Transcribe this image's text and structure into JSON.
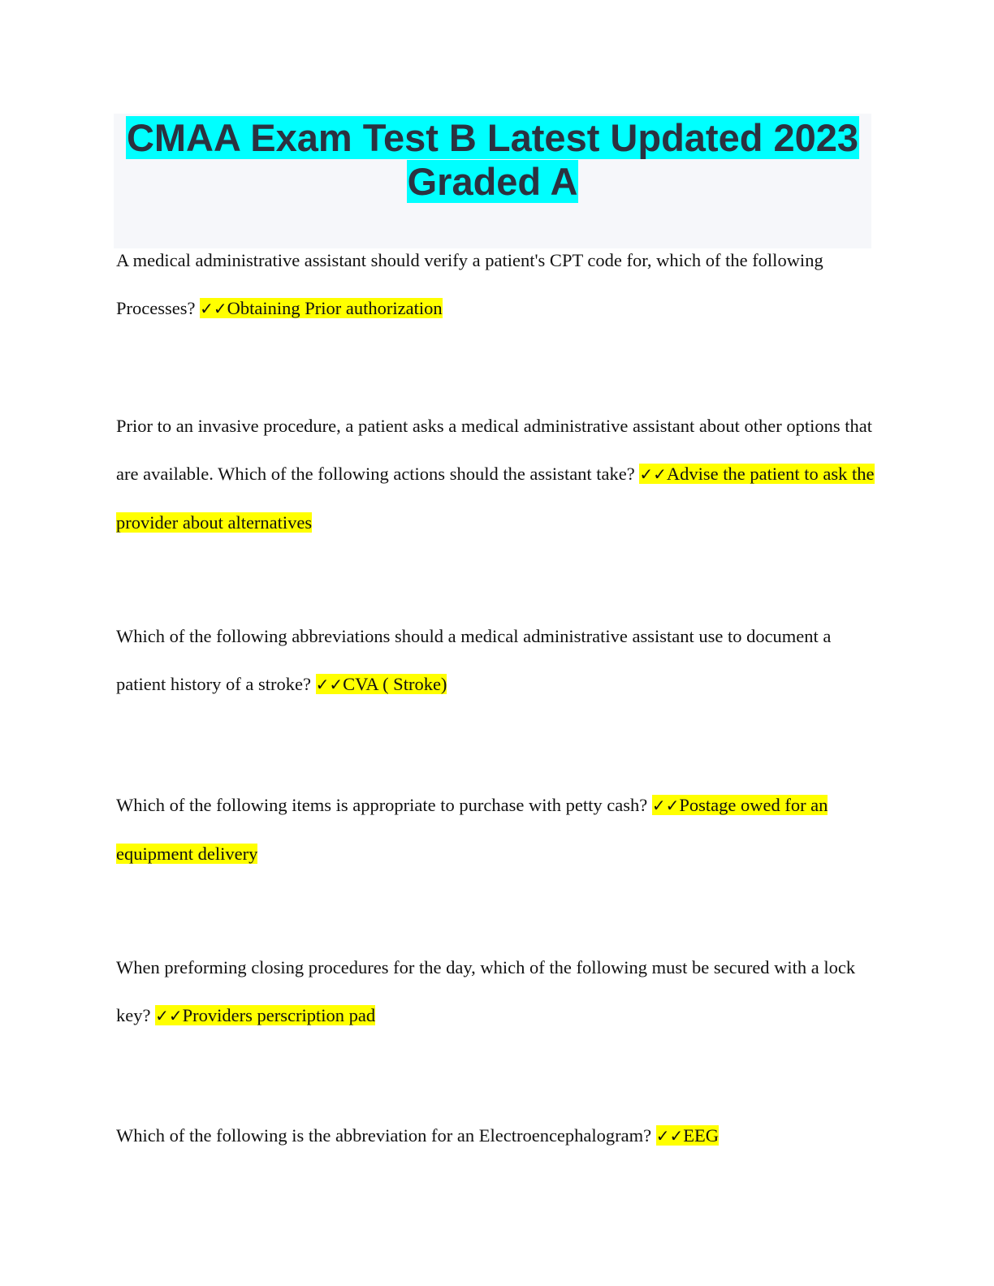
{
  "document": {
    "title_line1": "CMAA Exam Test B Latest Updated 2023",
    "title_line2": "Graded A",
    "check_mark": "✓✓",
    "questions": [
      {
        "question": "A medical administrative assistant should verify a patient's CPT code for, which of the following Processes?",
        "answer": "Obtaining Prior authorization"
      },
      {
        "question": "Prior to an invasive procedure, a patient asks a medical administrative assistant about other options that are available. Which of the following actions should the assistant take?",
        "answer": "Advise the patient to ask the provider about alternatives"
      },
      {
        "question": "Which of the following abbreviations should a medical administrative assistant use to document a patient history of a stroke?",
        "answer": "CVA ( Stroke)"
      },
      {
        "question": "Which of the following items is appropriate to purchase with petty cash?",
        "answer": "Postage owed for an equipment delivery"
      },
      {
        "question": "When preforming closing procedures for the day, which of the following must be secured with a lock key?",
        "answer": "Providers perscription pad"
      },
      {
        "question": "Which of the following is the abbreviation for an Electroencephalogram?",
        "answer": "EEG"
      }
    ]
  },
  "colors": {
    "title_highlight": "#00ffff",
    "title_text": "#2b3240",
    "title_background": "#f6f7fa",
    "answer_highlight": "#ffff00"
  }
}
